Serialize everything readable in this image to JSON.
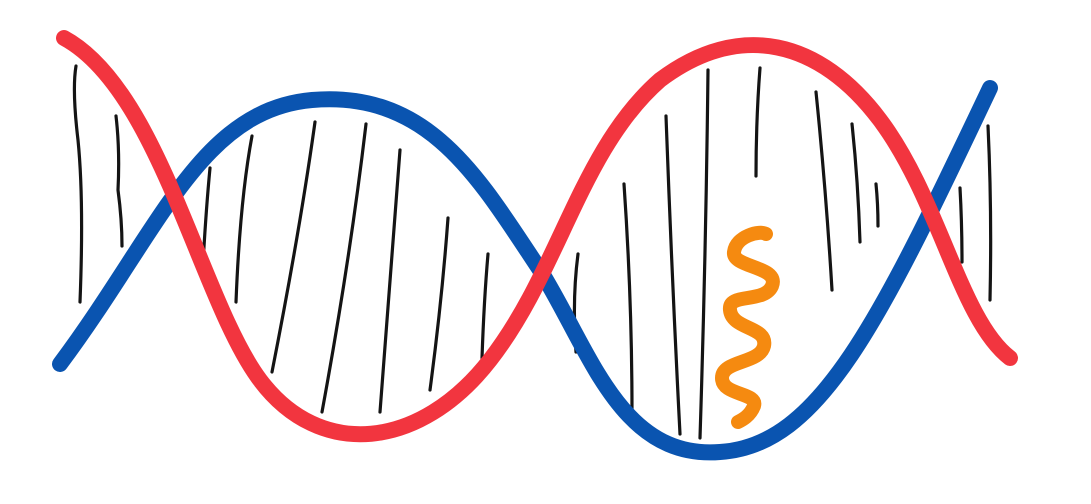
{
  "scene": {
    "subject": "dna-double-helix-drawing",
    "colors": {
      "background": "#ffffff",
      "strand_red": "#f2353f",
      "strand_blue": "#0a54b0",
      "base_pairs": "#141414",
      "marker_orange": "#f58a10"
    },
    "elements": {
      "strands": [
        "red-strand",
        "blue-strand"
      ],
      "base_pair_style": "hand-drawn black vertical lines",
      "highlight": "orange squiggle"
    }
  }
}
